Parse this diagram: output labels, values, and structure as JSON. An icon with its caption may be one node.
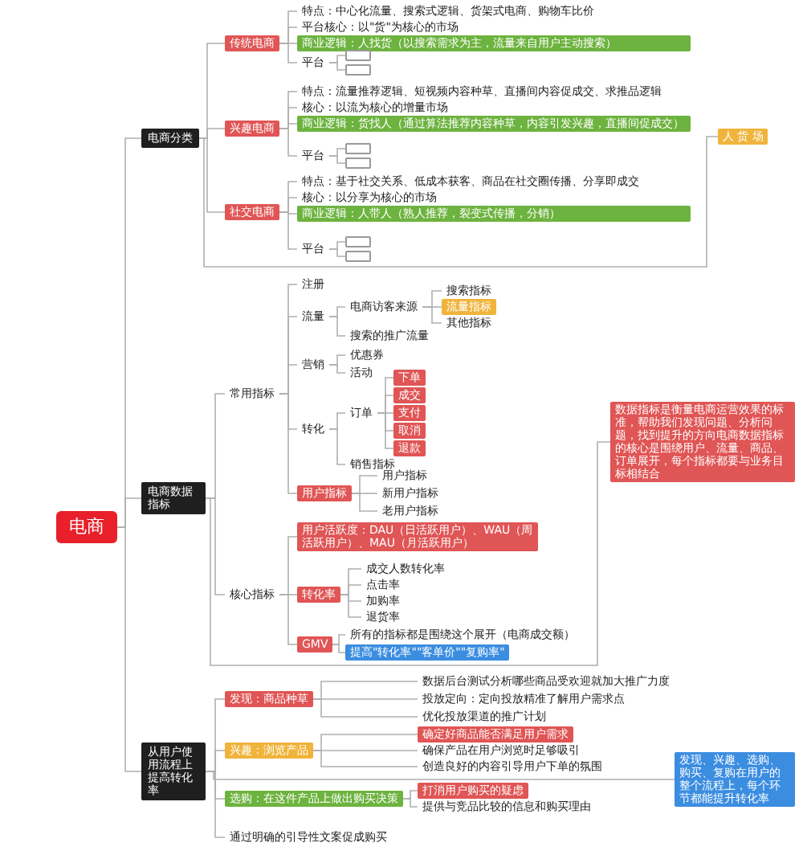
{
  "diagram": {
    "nodes": [
      {
        "text": [
          "电商"
        ]
      },
      {
        "text": [
          "电商分类"
        ]
      },
      {
        "text": [
          "传统电商"
        ]
      },
      {
        "text": [
          "特点：中心化流量、搜索式逻辑、货架式电商、购物车比价"
        ]
      },
      {
        "text": [
          "平台核心：以\"货\"为核心的市场"
        ]
      },
      {
        "text": [
          "商业逻辑：人找货（以搜索需求为主，流量来自用户主动搜索）"
        ]
      },
      {
        "text": [
          "平台"
        ]
      },
      {
        "text": [],
        "shape": "box"
      },
      {
        "text": [],
        "shape": "box"
      },
      {
        "text": [
          "兴趣电商"
        ]
      },
      {
        "text": [
          "特点：流量推荐逻辑、短视频内容种草、直播间内容促成交、求推品逻辑"
        ]
      },
      {
        "text": [
          "核心：以流为核心的增量市场"
        ]
      },
      {
        "text": [
          "商业逻辑：货找人（通过算法推荐内容种草，内容引发兴趣，直播间促成交）"
        ]
      },
      {
        "text": [
          "平台"
        ]
      },
      {
        "text": [],
        "shape": "box"
      },
      {
        "text": [],
        "shape": "box"
      },
      {
        "text": [
          "社交电商"
        ]
      },
      {
        "text": [
          "特点：基于社交关系、低成本获客、商品在社交圈传播、分享即成交"
        ]
      },
      {
        "text": [
          "核心：以分享为核心的市场"
        ]
      },
      {
        "text": [
          "商业逻辑：人带人（熟人推荐，裂变式传播，分销）"
        ]
      },
      {
        "text": [
          "平台"
        ]
      },
      {
        "text": [],
        "shape": "box"
      },
      {
        "text": [],
        "shape": "box"
      },
      {
        "text": [
          "人 货 场"
        ]
      },
      {
        "text": [
          "电商数据指标"
        ]
      },
      {
        "text": [
          "常用指标"
        ]
      },
      {
        "text": [
          "注册"
        ]
      },
      {
        "text": [
          "流量"
        ]
      },
      {
        "text": [
          "电商访客来源"
        ]
      },
      {
        "text": [
          "搜索指标"
        ]
      },
      {
        "text": [
          "流量指标"
        ]
      },
      {
        "text": [
          "其他指标"
        ]
      },
      {
        "text": [
          "搜索的推广流量"
        ]
      },
      {
        "text": [
          "营销"
        ]
      },
      {
        "text": [
          "优惠券"
        ]
      },
      {
        "text": [
          "活动"
        ]
      },
      {
        "text": [
          "转化"
        ]
      },
      {
        "text": [
          "订单"
        ]
      },
      {
        "text": [
          "下单"
        ]
      },
      {
        "text": [
          "成交"
        ]
      },
      {
        "text": [
          "支付"
        ]
      },
      {
        "text": [
          "取消"
        ]
      },
      {
        "text": [
          "退款"
        ]
      },
      {
        "text": [
          "销售指标"
        ]
      },
      {
        "text": [
          "用户指标"
        ]
      },
      {
        "text": [
          "用户指标"
        ]
      },
      {
        "text": [
          "新用户指标"
        ]
      },
      {
        "text": [
          "老用户指标"
        ]
      },
      {
        "text": [
          "核心指标"
        ]
      },
      {
        "text": [
          "用户活跃度：DAU（日活跃用户）、WAU（周活跃用户）、MAU（月活跃用户）"
        ]
      },
      {
        "text": [
          "转化率"
        ]
      },
      {
        "text": [
          "成交人数转化率"
        ]
      },
      {
        "text": [
          "点击率"
        ]
      },
      {
        "text": [
          "加购率"
        ]
      },
      {
        "text": [
          "退货率"
        ]
      },
      {
        "text": [
          "GMV"
        ]
      },
      {
        "text": [
          "所有的指标都是围绕这个展开（电商成交额）"
        ]
      },
      {
        "text": [
          "提高\"转化率\"\"客单价\"\"复购率\""
        ]
      },
      {
        "text": [
          "数据指标是衡量电商运营效果的标准，帮助我们发现问题、分析问题，找到提升的方向电商数据指标的核心是围绕用户、流量、商品、订单展开，每个指标都要与业务目标相结合"
        ]
      },
      {
        "text": [
          "从用户使用流程上提高转化率"
        ]
      },
      {
        "text": [
          "发现：商品种草"
        ]
      },
      {
        "text": [
          "数据后台测试分析哪些商品受欢迎就加大推广力度"
        ]
      },
      {
        "text": [
          "投放定向：定向投放精准了解用户需求点"
        ]
      },
      {
        "text": [
          "优化投放渠道的推广计划"
        ]
      },
      {
        "text": [
          "兴趣：浏览产品"
        ]
      },
      {
        "text": [
          "确定好商品能否满足用户需求"
        ]
      },
      {
        "text": [
          "确保产品在用户浏览时足够吸引"
        ]
      },
      {
        "text": [
          "创造良好的内容引导用户下单的氛围"
        ]
      },
      {
        "text": [
          "选购：在这件产品上做出购买决策"
        ]
      },
      {
        "text": [
          "打消用户购买的疑虑"
        ]
      },
      {
        "text": [
          "提供与竞品比较的信息和购买理由"
        ]
      },
      {
        "text": [
          "通过明确的引导性文案促成购买"
        ]
      },
      {
        "text": [
          "发现、兴趣、选购、购买、复购在用户的整个流程上，每个环节都能提升转化率"
        ]
      }
    ],
    "edges": [
      {
        "from": 0,
        "to": 1,
        "arrow": "none"
      },
      {
        "from": 1,
        "to": 2,
        "arrow": "none"
      },
      {
        "from": 2,
        "to": 3,
        "arrow": "none"
      },
      {
        "from": 2,
        "to": 4,
        "arrow": "none"
      },
      {
        "from": 2,
        "to": 5,
        "arrow": "none"
      },
      {
        "from": 2,
        "to": 6,
        "arrow": "none"
      },
      {
        "from": 6,
        "to": 7,
        "arrow": "none"
      },
      {
        "from": 6,
        "to": 8,
        "arrow": "none"
      },
      {
        "from": 1,
        "to": 9,
        "arrow": "none"
      },
      {
        "from": 9,
        "to": 10,
        "arrow": "none"
      },
      {
        "from": 9,
        "to": 11,
        "arrow": "none"
      },
      {
        "from": 9,
        "to": 12,
        "arrow": "none"
      },
      {
        "from": 9,
        "to": 13,
        "arrow": "none"
      },
      {
        "from": 13,
        "to": 14,
        "arrow": "none"
      },
      {
        "from": 13,
        "to": 15,
        "arrow": "none"
      },
      {
        "from": 1,
        "to": 16,
        "arrow": "none"
      },
      {
        "from": 16,
        "to": 17,
        "arrow": "none"
      },
      {
        "from": 16,
        "to": 18,
        "arrow": "none"
      },
      {
        "from": 16,
        "to": 19,
        "arrow": "none"
      },
      {
        "from": 16,
        "to": 20,
        "arrow": "none"
      },
      {
        "from": 20,
        "to": 21,
        "arrow": "none"
      },
      {
        "from": 20,
        "to": 22,
        "arrow": "none"
      },
      {
        "from": 1,
        "to": 23,
        "arrow": "none"
      },
      {
        "from": 0,
        "to": 24,
        "arrow": "none"
      },
      {
        "from": 24,
        "to": 25,
        "arrow": "none"
      },
      {
        "from": 25,
        "to": 26,
        "arrow": "none"
      },
      {
        "from": 25,
        "to": 27,
        "arrow": "none"
      },
      {
        "from": 27,
        "to": 28,
        "arrow": "none"
      },
      {
        "from": 28,
        "to": 29,
        "arrow": "none"
      },
      {
        "from": 28,
        "to": 30,
        "arrow": "none"
      },
      {
        "from": 28,
        "to": 31,
        "arrow": "none"
      },
      {
        "from": 27,
        "to": 32,
        "arrow": "none"
      },
      {
        "from": 25,
        "to": 33,
        "arrow": "none"
      },
      {
        "from": 33,
        "to": 34,
        "arrow": "none"
      },
      {
        "from": 33,
        "to": 35,
        "arrow": "none"
      },
      {
        "from": 25,
        "to": 36,
        "arrow": "none"
      },
      {
        "from": 36,
        "to": 37,
        "arrow": "none"
      },
      {
        "from": 37,
        "to": 38,
        "arrow": "none"
      },
      {
        "from": 37,
        "to": 39,
        "arrow": "none"
      },
      {
        "from": 37,
        "to": 40,
        "arrow": "none"
      },
      {
        "from": 37,
        "to": 41,
        "arrow": "none"
      },
      {
        "from": 37,
        "to": 42,
        "arrow": "none"
      },
      {
        "from": 36,
        "to": 43,
        "arrow": "none"
      },
      {
        "from": 25,
        "to": 44,
        "arrow": "none"
      },
      {
        "from": 44,
        "to": 45,
        "arrow": "none"
      },
      {
        "from": 44,
        "to": 46,
        "arrow": "none"
      },
      {
        "from": 44,
        "to": 47,
        "arrow": "none"
      },
      {
        "from": 24,
        "to": 48,
        "arrow": "none"
      },
      {
        "from": 48,
        "to": 49,
        "arrow": "none"
      },
      {
        "from": 48,
        "to": 50,
        "arrow": "none"
      },
      {
        "from": 50,
        "to": 51,
        "arrow": "none"
      },
      {
        "from": 50,
        "to": 52,
        "arrow": "none"
      },
      {
        "from": 50,
        "to": 53,
        "arrow": "none"
      },
      {
        "from": 50,
        "to": 54,
        "arrow": "none"
      },
      {
        "from": 48,
        "to": 55,
        "arrow": "none"
      },
      {
        "from": 55,
        "to": 56,
        "arrow": "none"
      },
      {
        "from": 55,
        "to": 57,
        "arrow": "none"
      },
      {
        "from": 24,
        "to": 58,
        "arrow": "none"
      },
      {
        "from": 0,
        "to": 59,
        "arrow": "none"
      },
      {
        "from": 59,
        "to": 60,
        "arrow": "none"
      },
      {
        "from": 60,
        "to": 61,
        "arrow": "none"
      },
      {
        "from": 60,
        "to": 62,
        "arrow": "none"
      },
      {
        "from": 60,
        "to": 63,
        "arrow": "none"
      },
      {
        "from": 59,
        "to": 64,
        "arrow": "none"
      },
      {
        "from": 64,
        "to": 65,
        "arrow": "none"
      },
      {
        "from": 64,
        "to": 66,
        "arrow": "none"
      },
      {
        "from": 64,
        "to": 67,
        "arrow": "none"
      },
      {
        "from": 59,
        "to": 68,
        "arrow": "none"
      },
      {
        "from": 68,
        "to": 69,
        "arrow": "none"
      },
      {
        "from": 68,
        "to": 70,
        "arrow": "none"
      },
      {
        "from": 59,
        "to": 71,
        "arrow": "none"
      },
      {
        "from": 59,
        "to": 72,
        "arrow": "none"
      }
    ]
  }
}
